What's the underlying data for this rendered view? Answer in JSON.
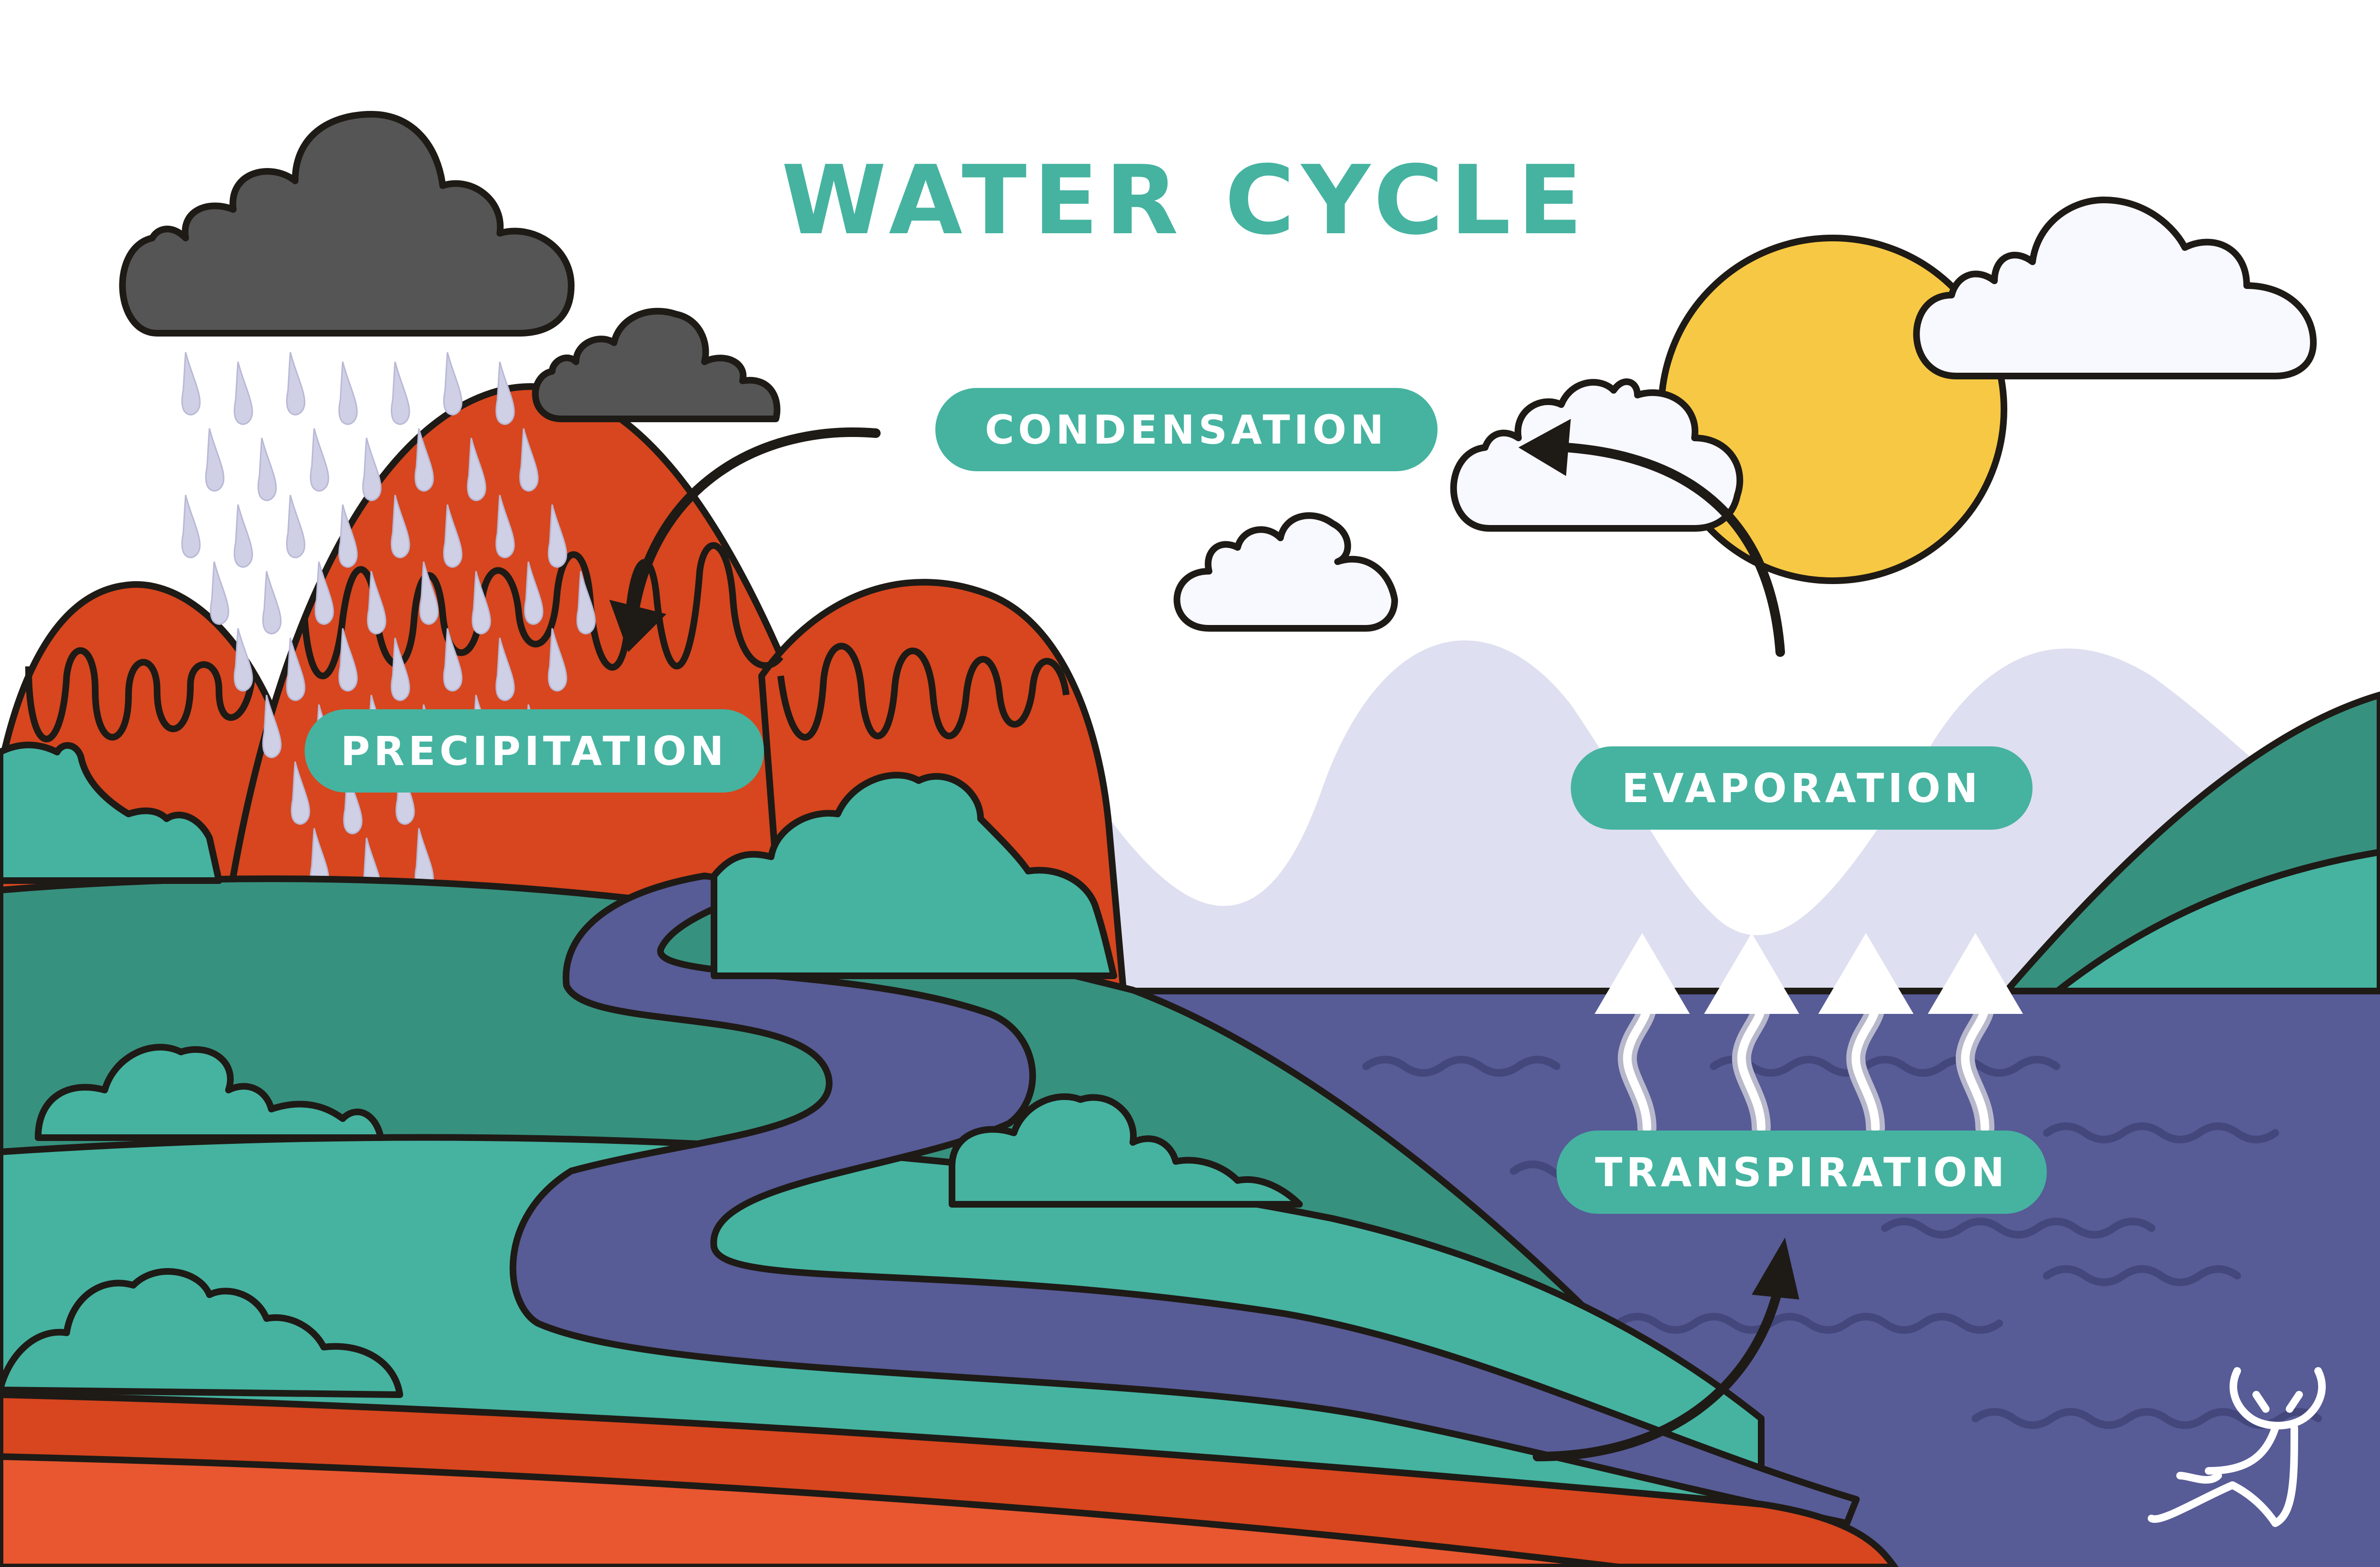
{
  "title": "WATER CYCLE",
  "labels": {
    "condensation": "CONDENSATION",
    "precipitation": "PRECIPITATION",
    "evaporation": "EVAPORATION",
    "transpiration": "TRANSPIRATION"
  },
  "colors": {
    "teal": "#45b3a0",
    "dark_teal": "#37917f",
    "mountain_red": "#d7461e",
    "mountain_orange": "#e8572f",
    "water": "#575b96",
    "haze": "#dedff0",
    "sun": "#f7c843",
    "storm_cloud": "#555555",
    "outline": "#1e1a16"
  },
  "icons": {
    "logo": "deer-icon",
    "rain": "raindrop-icon",
    "sun": "sun-icon"
  }
}
